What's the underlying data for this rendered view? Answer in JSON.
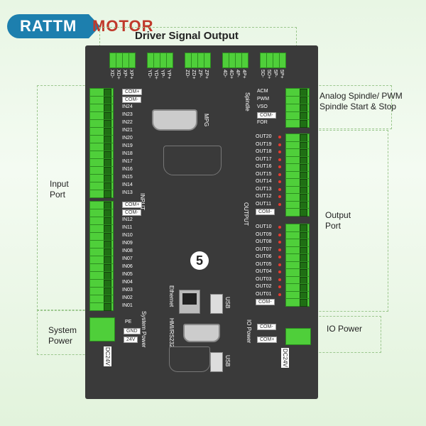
{
  "logo": {
    "brand1": "RATTM",
    "brand2": "MOTOR"
  },
  "title": "Driver Signal Output",
  "driver_pins": [
    "XD-",
    "XD+",
    "XP-",
    "XP+",
    "YD-",
    "YD+",
    "YP-",
    "YP+",
    "ZD-",
    "ZD+",
    "ZP-",
    "ZP+",
    "4D-",
    "4D+",
    "4P-",
    "4P+",
    "5D-",
    "5D+",
    "5P-",
    "5P+"
  ],
  "input_upper": [
    "COM+",
    "COM-",
    "IN24",
    "IN23",
    "IN22",
    "IN21",
    "IN20",
    "IN19",
    "IN18",
    "IN17",
    "IN16",
    "IN15",
    "IN14",
    "IN13"
  ],
  "input_lower": [
    "COM+",
    "COM-",
    "IN12",
    "IN11",
    "IN10",
    "IN09",
    "IN08",
    "IN07",
    "IN06",
    "IN05",
    "IN04",
    "IN03",
    "IN02",
    "IN01"
  ],
  "input_label": "INPUT",
  "output_upper": [
    "OUT20",
    "OUT19",
    "OUT18",
    "OUT17",
    "OUT16",
    "OUT15",
    "OUT14",
    "OUT13",
    "OUT12",
    "OUT11",
    "COM-"
  ],
  "output_lower": [
    "OUT10",
    "OUT09",
    "OUT08",
    "OUT07",
    "OUT06",
    "OUT05",
    "OUT04",
    "OUT03",
    "OUT02",
    "OUT01",
    "COM-"
  ],
  "output_label": "OUTPUT",
  "spindle_pins": [
    "ACM",
    "PWM",
    "VSO",
    "COM-",
    "FOR"
  ],
  "spindle_label": "Spindle",
  "mpg_label": "MPG",
  "number_badge": "5",
  "ethernet_label": "Ethernet",
  "hmi_label": "HMI/RS232",
  "usb1": "USB",
  "usb2": "USB",
  "power_pins": [
    "PE",
    "GND",
    "24V"
  ],
  "system_power_label": "System Power",
  "io_power_label": "IO Power",
  "io_power_pins": [
    "COM-",
    "COM+"
  ],
  "dc24v_1": "DC24V",
  "dc24v_2": "DC24V",
  "side": {
    "analog": "Analog Spindle/ PWM Spindle Start & Stop",
    "input": "Input Port",
    "output": "Output Port",
    "system_power": "System Power",
    "io_power": "IO Power"
  }
}
